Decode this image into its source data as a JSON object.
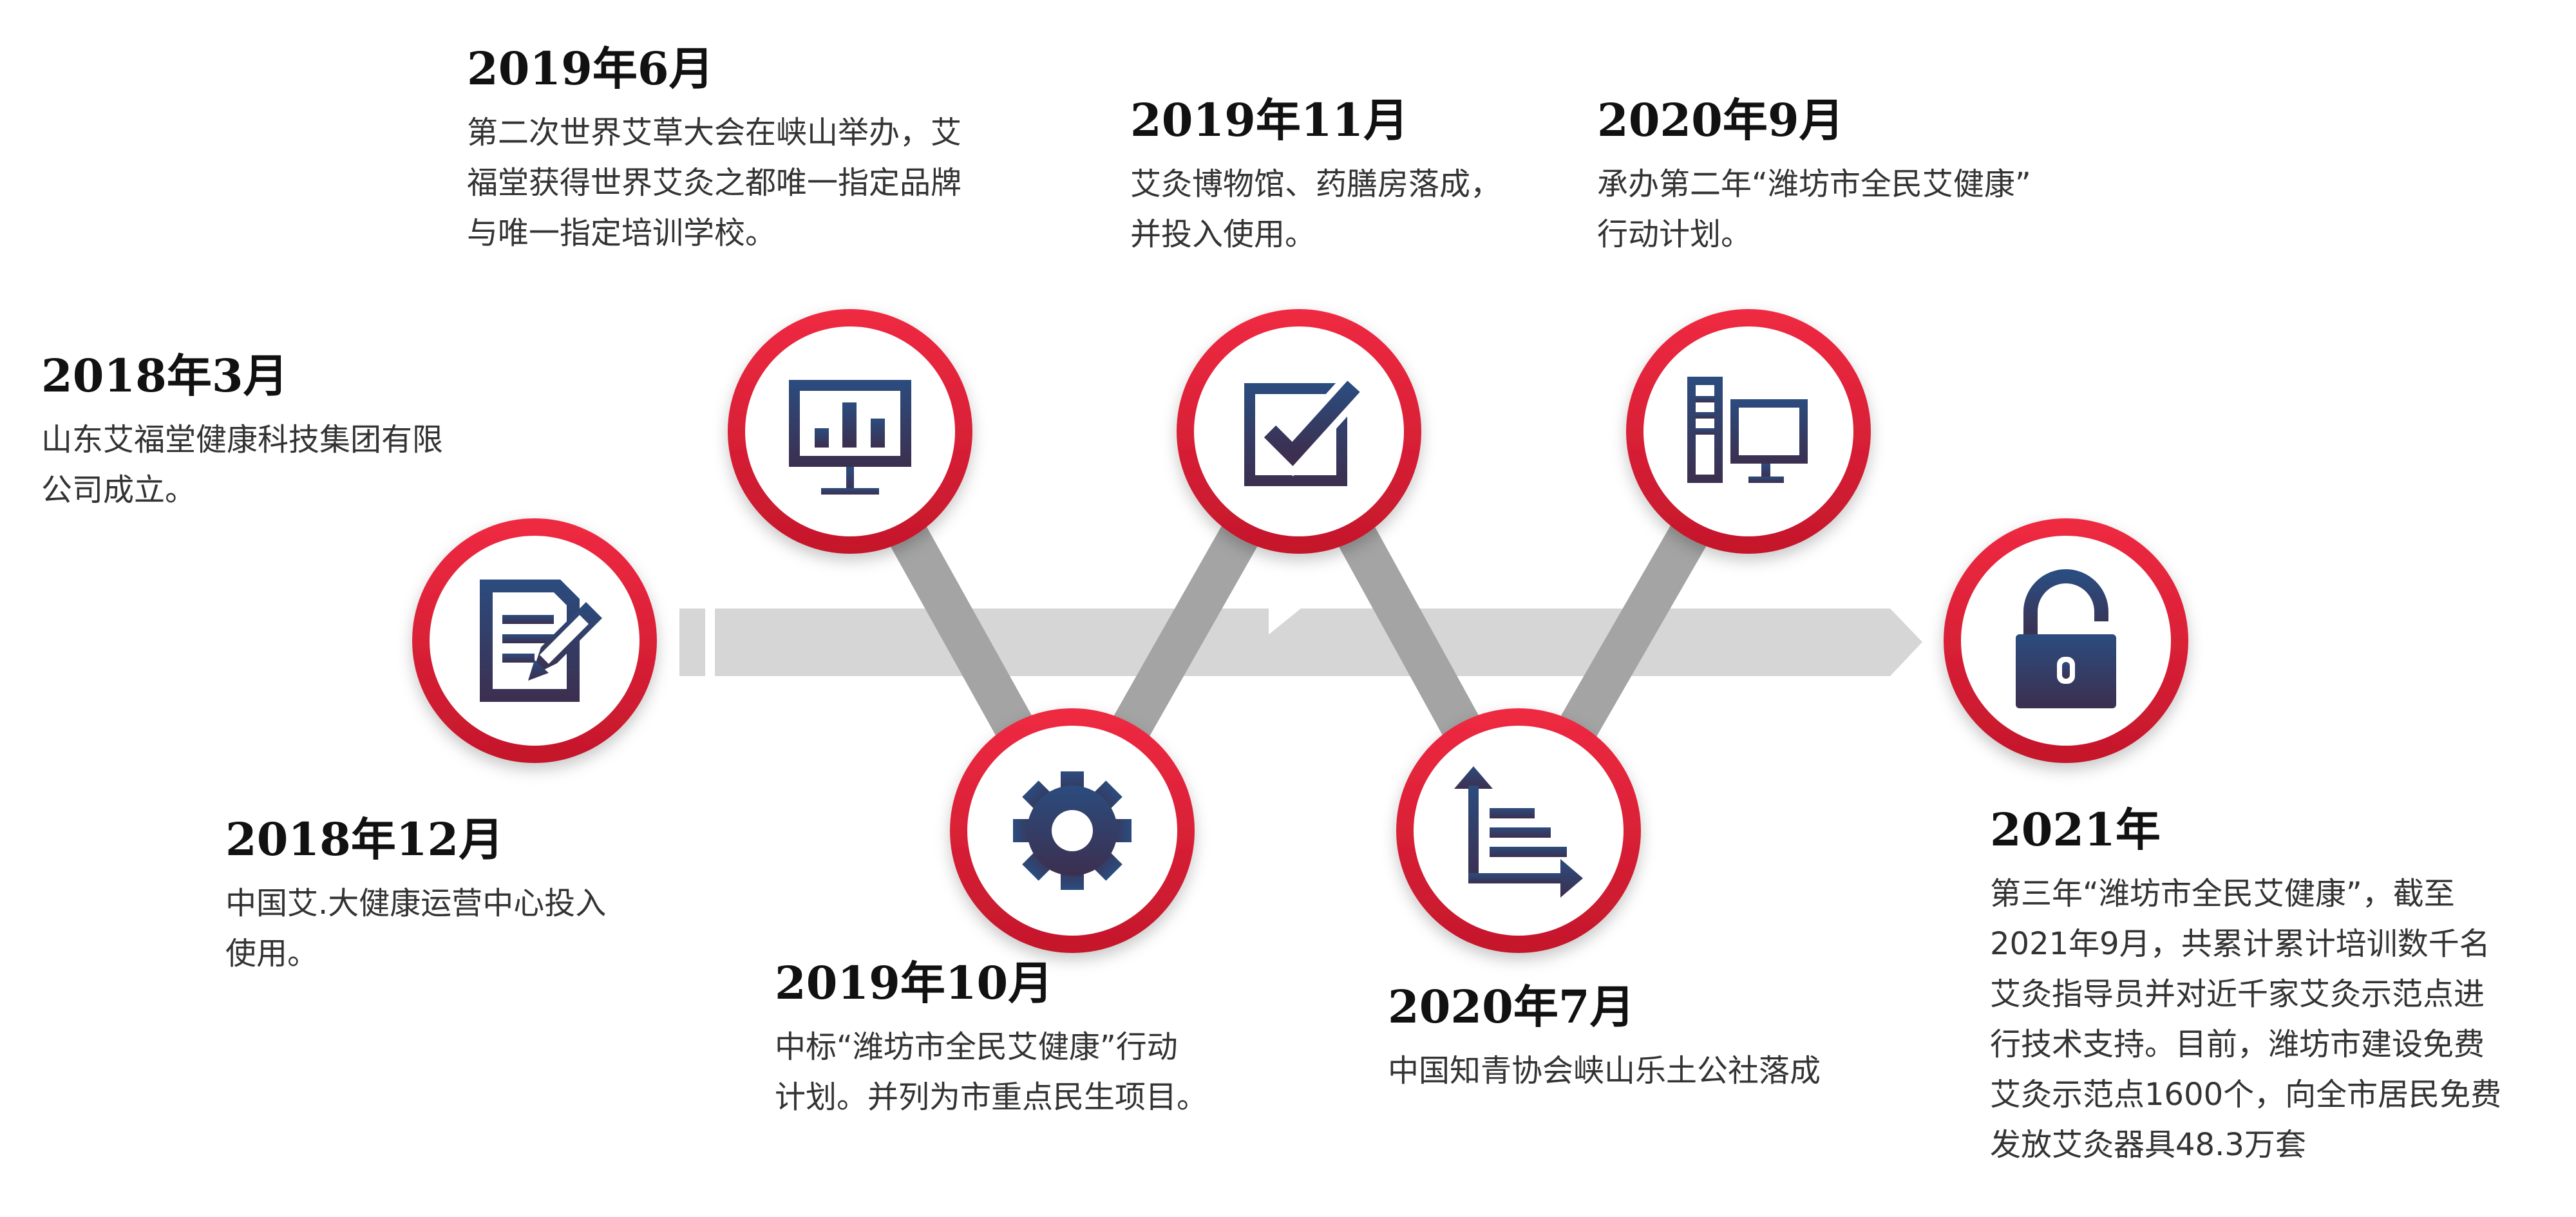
{
  "colors": {
    "ring": "#e0233a",
    "icon_gradient_top": "#2b4c7e",
    "icon_gradient_bottom": "#3c2f4f",
    "arrow": "#d6d6d6",
    "connector": "#a4a4a4"
  },
  "events": [
    {
      "date": "2018年3月",
      "icon": "edit-document-icon",
      "desc": "山东艾福堂健康科技集团有限\n公司成立。"
    },
    {
      "date": "2018年12月",
      "icon": "gear-icon",
      "desc": "中国艾.大健康运营中心投入\n使用。"
    },
    {
      "date": "2019年6月",
      "icon": "monitor-chart-icon",
      "desc": "第二次世界艾草大会在峡山举办，艾\n福堂获得世界艾灸之都唯一指定品牌\n与唯一指定培训学校。"
    },
    {
      "date": "2019年10月",
      "icon": "gear-icon",
      "desc": "中标“潍坊市全民艾健康”行动\n计划。并列为市重点民生项目。"
    },
    {
      "date": "2019年11月",
      "icon": "checkbox-icon",
      "desc": "艾灸博物馆、药膳房落成，\n并投入使用。"
    },
    {
      "date": "2020年7月",
      "icon": "axis-chart-icon",
      "desc": "中国知青协会峡山乐土公社落成"
    },
    {
      "date": "2020年9月",
      "icon": "computer-icon",
      "desc": "承办第二年“潍坊市全民艾健康”\n行动计划。"
    },
    {
      "date": "2021年",
      "icon": "lock-icon",
      "desc": "第三年“潍坊市全民艾健康”，截至\n2021年9月，共累计累计培训数千名\n艾灸指导员并对近千家艾灸示范点进\n行技术支持。目前，潍坊市建设免费\n艾灸示范点1600个，向全市居民免费\n发放艾灸器具48.3万套"
    }
  ]
}
